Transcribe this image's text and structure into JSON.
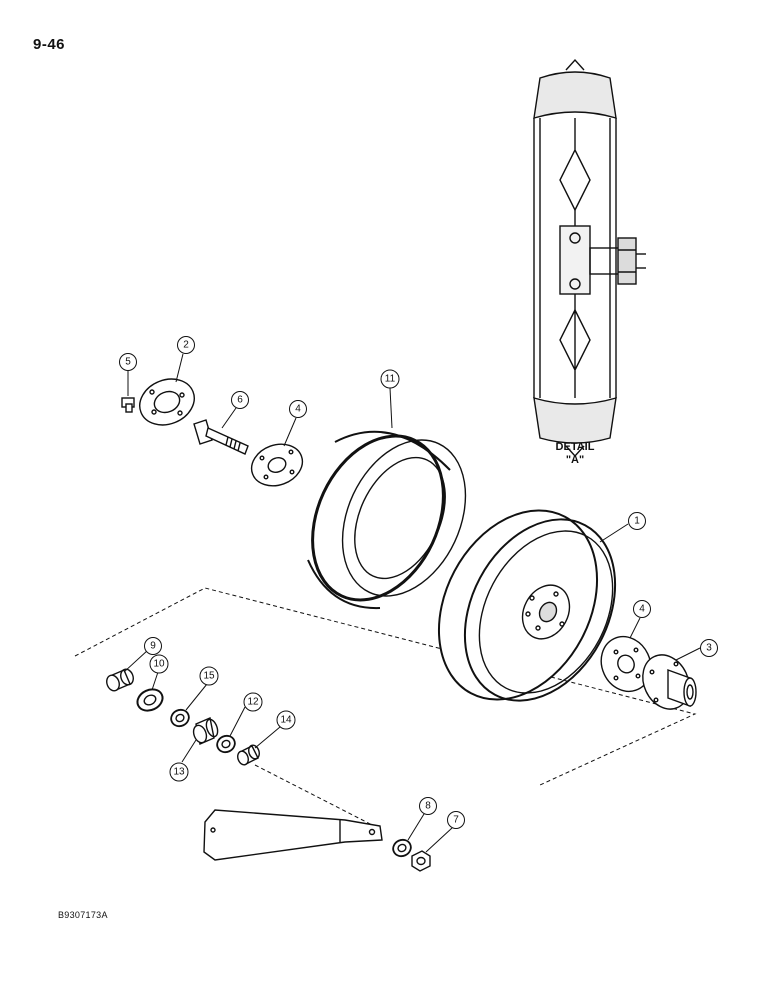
{
  "page": {
    "number": "9-46",
    "figure_code": "B9307173A"
  },
  "detail": {
    "title": "DETAIL",
    "label": "\"A\""
  },
  "callouts": [
    {
      "id": "callout-1",
      "num": "1"
    },
    {
      "id": "callout-2",
      "num": "2"
    },
    {
      "id": "callout-3",
      "num": "3"
    },
    {
      "id": "callout-4a",
      "num": "4"
    },
    {
      "id": "callout-4b",
      "num": "4"
    },
    {
      "id": "callout-5",
      "num": "5"
    },
    {
      "id": "callout-6",
      "num": "6"
    },
    {
      "id": "callout-7",
      "num": "7"
    },
    {
      "id": "callout-8",
      "num": "8"
    },
    {
      "id": "callout-9",
      "num": "9"
    },
    {
      "id": "callout-10",
      "num": "10"
    },
    {
      "id": "callout-11",
      "num": "11"
    },
    {
      "id": "callout-12",
      "num": "12"
    },
    {
      "id": "callout-13",
      "num": "13"
    },
    {
      "id": "callout-14",
      "num": "14"
    },
    {
      "id": "callout-15",
      "num": "15"
    }
  ]
}
